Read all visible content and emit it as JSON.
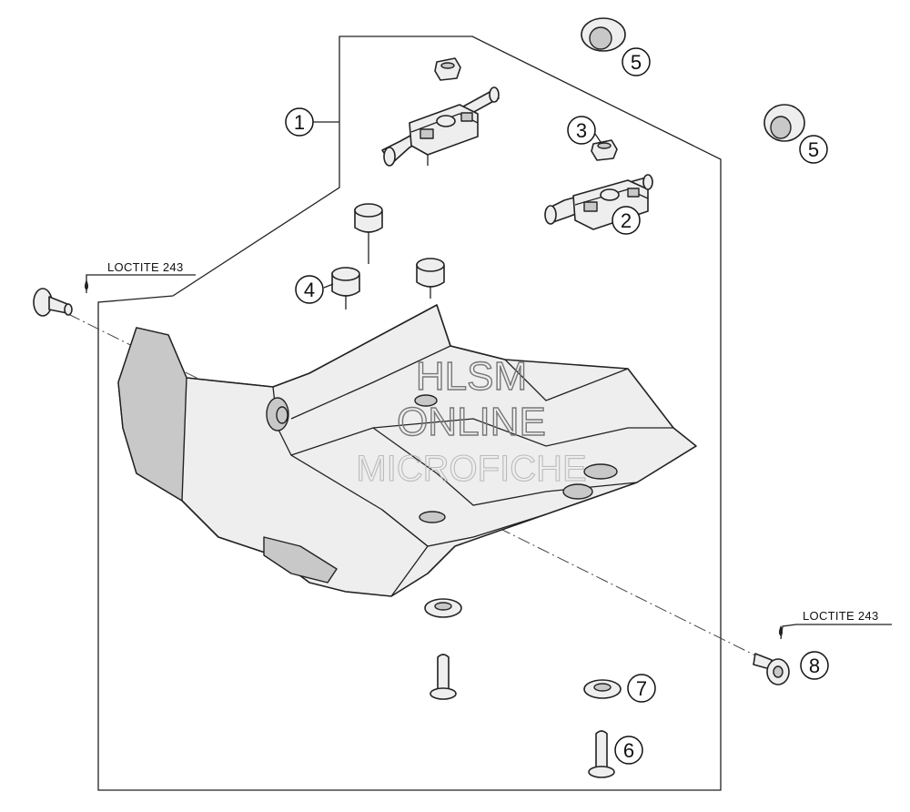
{
  "callouts": [
    {
      "id": "callout-1",
      "label": "1"
    },
    {
      "id": "callout-2",
      "label": "2"
    },
    {
      "id": "callout-3",
      "label": "3"
    },
    {
      "id": "callout-4",
      "label": "4"
    },
    {
      "id": "callout-5a",
      "label": "5"
    },
    {
      "id": "callout-5b",
      "label": "5"
    },
    {
      "id": "callout-6",
      "label": "6"
    },
    {
      "id": "callout-7",
      "label": "7"
    },
    {
      "id": "callout-8",
      "label": "8"
    }
  ],
  "loctite": {
    "left": "LOCTITE 243",
    "right": "LOCTITE 243"
  },
  "watermark": {
    "line1": "HLSM",
    "line2": "ONLINE",
    "line3": "MICROFICHE"
  }
}
